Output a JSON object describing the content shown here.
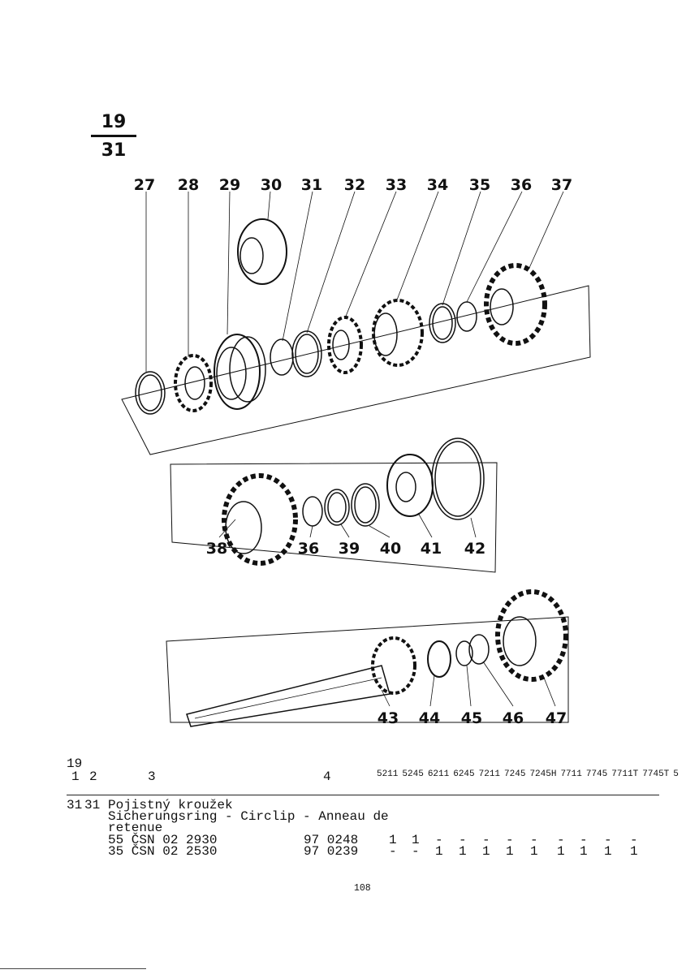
{
  "figure": {
    "group": "19",
    "item": "31"
  },
  "callouts": {
    "row1": [
      "27",
      "28",
      "29",
      "30",
      "31",
      "32",
      "33",
      "34",
      "35",
      "36",
      "37"
    ],
    "row2": [
      "38",
      "36",
      "39",
      "40",
      "41",
      "42"
    ],
    "row3": [
      "43",
      "44",
      "45",
      "46",
      "47"
    ]
  },
  "table": {
    "group_label": "19",
    "col_headers": [
      "1",
      "2",
      "3",
      "4"
    ],
    "model_headers": [
      "5211",
      "5245",
      "6211",
      "6245",
      "7211",
      "7245",
      "7245H",
      "7711",
      "7745",
      "7711T",
      "7745T",
      "5"
    ],
    "entry": {
      "col1": "31",
      "col2": "31",
      "name_cz": "Pojistný kroužek",
      "name_multi": "Sicherungsring - Circlip - Anneau de",
      "name_multi_cont": "retenue",
      "variants": [
        {
          "spec": "55 ČSN 02 2930",
          "part_no": "97 0248",
          "qty": [
            "1",
            "1",
            "-",
            "-",
            "-",
            "-",
            "-",
            "-",
            "-",
            "-",
            "-"
          ]
        },
        {
          "spec": "35 ČSN 02 2530",
          "part_no": "97 0239",
          "qty": [
            "-",
            "-",
            "1",
            "1",
            "1",
            "1",
            "1",
            "1",
            "1",
            "1",
            "1"
          ]
        }
      ]
    }
  },
  "page_number": "108"
}
